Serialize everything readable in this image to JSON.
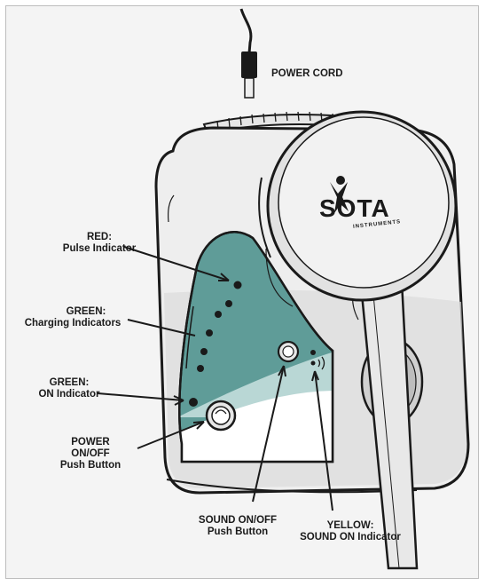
{
  "labels": {
    "power_cord": "POWER CORD",
    "red_title": "RED:",
    "red_desc": "Pulse Indicator",
    "green_charging_title": "GREEN:",
    "green_charging_desc": "Charging Indicators",
    "green_on_title": "GREEN:",
    "green_on_desc": "ON Indicator",
    "power_btn_1": "POWER",
    "power_btn_2": "ON/OFF",
    "power_btn_3": "Push Button",
    "sound_btn_1": "SOUND ON/OFF",
    "sound_btn_2": "Push Button",
    "yellow_title": "YELLOW:",
    "yellow_desc": "SOUND ON Indicator"
  },
  "logo": {
    "main": "SOTA",
    "sub": "INSTRUMENTS"
  },
  "colors": {
    "panel_teal": "#5f9c98",
    "panel_light": "#b9d7d5",
    "outline": "#1a1a1a",
    "device_body": "#eeeeee",
    "device_shade": "#dadada",
    "led_dark": "#1a1a1a"
  },
  "icons": [
    "power-button-icon",
    "sound-button-icon",
    "sound-wave-icon",
    "power-cord-plug-icon"
  ]
}
